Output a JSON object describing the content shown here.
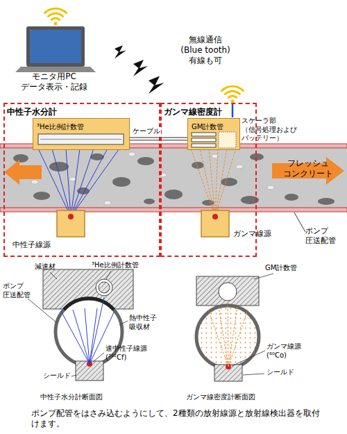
{
  "diagram": {
    "caption": "ポンプ配管をはさみ込むようにして、2種類の放射線源と放射線検出器を取付けます。",
    "nodes": [
      {
        "text": [
          "中性子水分計"
        ]
      },
      {
        "text": [
          "ガンマ線密度計"
        ]
      },
      {
        "text": [
          "³He比例計数管"
        ],
        "in": 0
      },
      {
        "text": [
          "GM計数管"
        ],
        "in": 1
      }
    ],
    "edges": [
      {
        "from": 2,
        "to": 3,
        "arrow": "none",
        "label": "ケーブル"
      }
    ],
    "labels": [
      "モニタ用PC データ表示・記録",
      "無線通信 (Blue tooth) 有線も可",
      "スケーラ部 （信号処理および バッテリー）",
      "フレッシュ コンクリート",
      "ポンプ 圧送配管",
      "中性子線源",
      "ガンマ線源",
      "減速材",
      "³He比例計数管",
      "ポンプ 圧送配管",
      "熱中性子 吸収材",
      "速中性子線源 (²⁵²Cf)",
      "シールド",
      "中性子水分計断面図",
      "GM計数管",
      "ガンマ線源 (⁶⁰Co)",
      "シールド",
      "ガンマ線密度計断面図"
    ]
  }
}
